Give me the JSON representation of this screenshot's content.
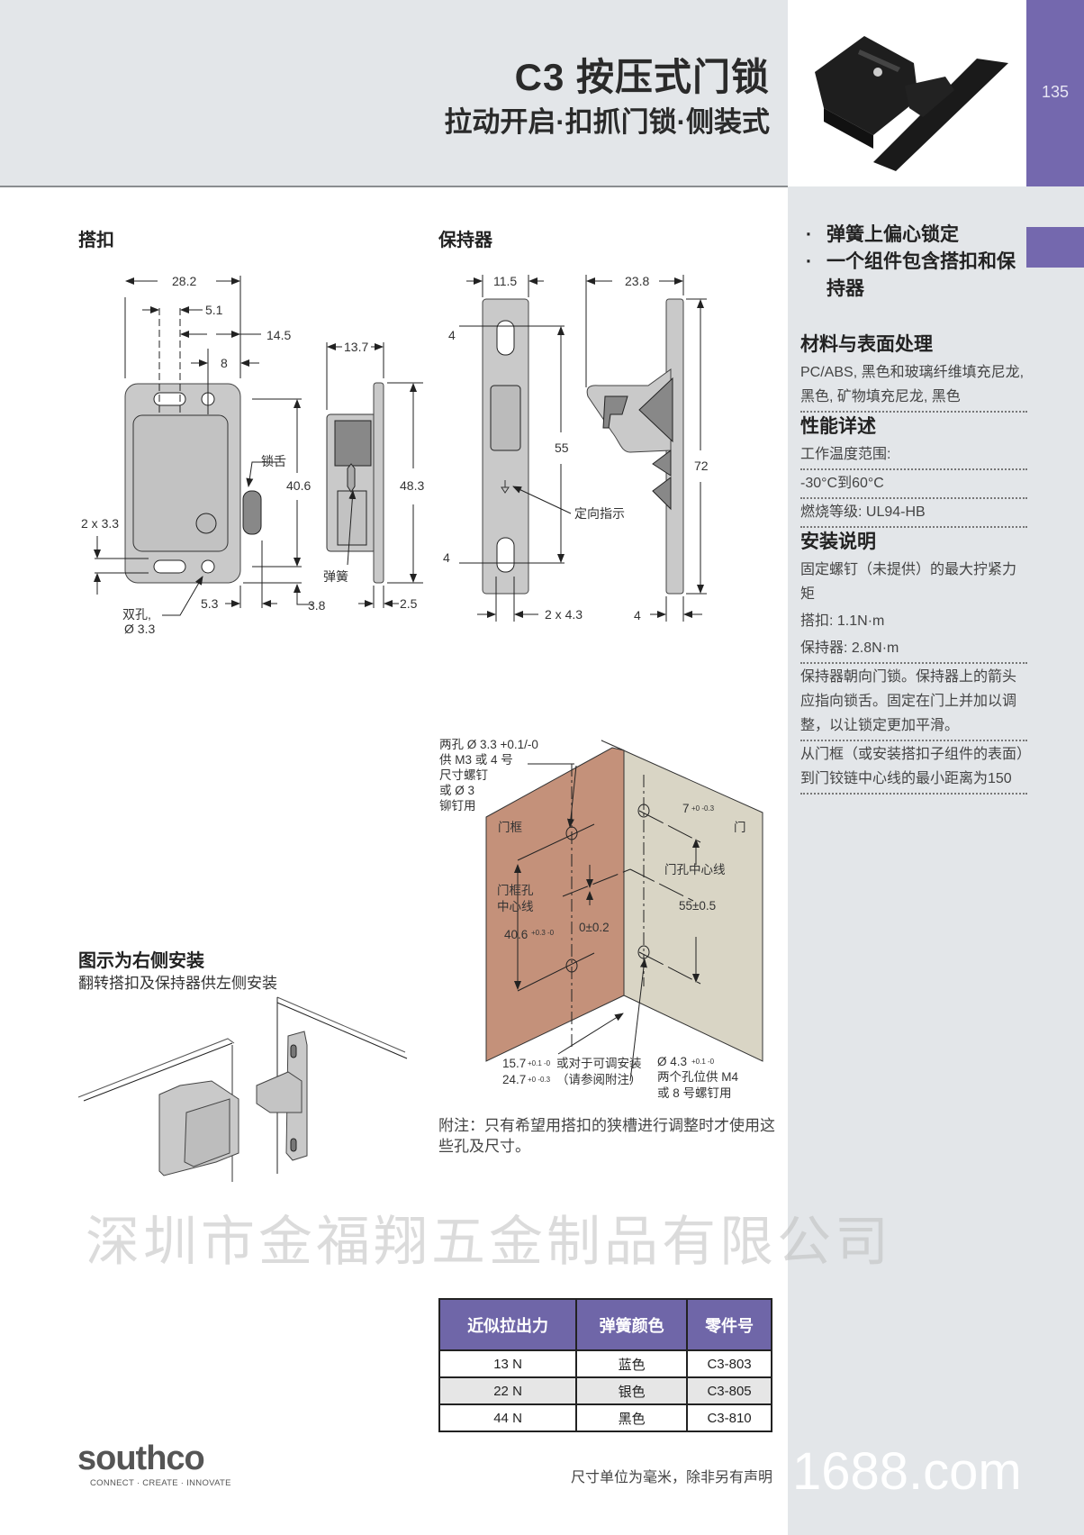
{
  "header": {
    "title": "C3  按压式门锁",
    "subtitle": "拉动开启·扣抓门锁·侧装式",
    "page_number": "135"
  },
  "colors": {
    "accent": "#7468ae",
    "panel_bg": "#e3e6e9",
    "frame_color": "#c4917a",
    "door_color": "#d9d5c5"
  },
  "features": [
    "弹簧上偏心锁定",
    "一个组件包含搭扣和保持器"
  ],
  "specs": {
    "material_title": "材料与表面处理",
    "material_text": "PC/ABS, 黑色和玻璃纤维填充尼龙, 黑色, 矿物填充尼龙, 黑色",
    "performance_title": "性能详述",
    "temp_label": "工作温度范围:",
    "temp_value": "-30°C到60°C",
    "flammability": "燃烧等级: UL94-HB",
    "install_title": "安装说明",
    "torque_label": "固定螺钉（未提供）的最大拧紧力矩",
    "torque_latch": "搭扣: 1.1N·m",
    "torque_keeper": "保持器: 2.8N·m",
    "note1": "保持器朝向门锁。保持器上的箭头应指向锁舌。固定在门上并加以调整，以让锁定更加平滑。",
    "note2": "从门框（或安装搭扣子组件的表面）到门铰链中心线的最小距离为150"
  },
  "latch": {
    "title": "搭扣",
    "dims": {
      "w": "28.2",
      "a": "5.1",
      "b": "14.5",
      "c": "8",
      "h": "40.6",
      "slot": "2 x 3.3",
      "d": "5.3",
      "e": "3.8",
      "depth": "13.7",
      "height": "48.3",
      "flange": "2.5"
    },
    "labels": {
      "tongue": "锁舌",
      "spring": "弹簧",
      "holes1": "双孔,",
      "holes2": "Ø 3.3"
    }
  },
  "keeper": {
    "title": "保持器",
    "dims": {
      "w": "11.5",
      "slot1": "4",
      "slot2": "4",
      "pitch": "55",
      "holes": "2 x 4.3",
      "depth": "23.8",
      "height": "72",
      "thick": "4"
    },
    "labels": {
      "direction": "定向指示"
    }
  },
  "mounting": {
    "holes_note": [
      "两孔 Ø 3.3 +0.1/-0",
      "供 M3 或 4 号",
      "尺寸螺钉",
      "或 Ø 3",
      "铆钉用"
    ],
    "frame": "门框",
    "door": "门",
    "door_centerline": "门孔中心线",
    "frame_centerline": [
      "门框孔",
      "中心线"
    ],
    "dim_406": "40.6",
    "tol_406": "+0.3 -0",
    "dim_offset": "0±0.2",
    "dim_55": "55±0.5",
    "dim_7": "7",
    "tol_7": "+0 -0.3",
    "dim_157": "15.7",
    "tol_157": "+0.1 -0",
    "dim_247": "24.7",
    "tol_247": "+0 -0.3",
    "adjust1": "或对于可调安装",
    "adjust2": "（请参阅附注）",
    "hole43": "Ø 4.3",
    "tol_43": "+0.1 -0",
    "hole43_2": "两个孔位供 M4",
    "hole43_3": "或 8 号螺钉用",
    "note": "附注：只有希望用搭扣的狭槽进行调整时才使用这些孔及尺寸。"
  },
  "install": {
    "title": "图示为右侧安装",
    "subtitle": "翻转搭扣及保持器供左侧安装"
  },
  "table": {
    "headers": [
      "近似拉出力",
      "弹簧颜色",
      "零件号"
    ],
    "rows": [
      [
        "13 N",
        "蓝色",
        "C3-803"
      ],
      [
        "22 N",
        "银色",
        "C3-805"
      ],
      [
        "44 N",
        "黑色",
        "C3-810"
      ]
    ]
  },
  "footer": {
    "brand": "southco",
    "tagline": "CONNECT · CREATE · INNOVATE",
    "units_note": "尺寸单位为毫米，除非另有声明"
  },
  "watermarks": {
    "company": "深圳市金福翔五金制品有限公司",
    "site": "1688.com"
  }
}
